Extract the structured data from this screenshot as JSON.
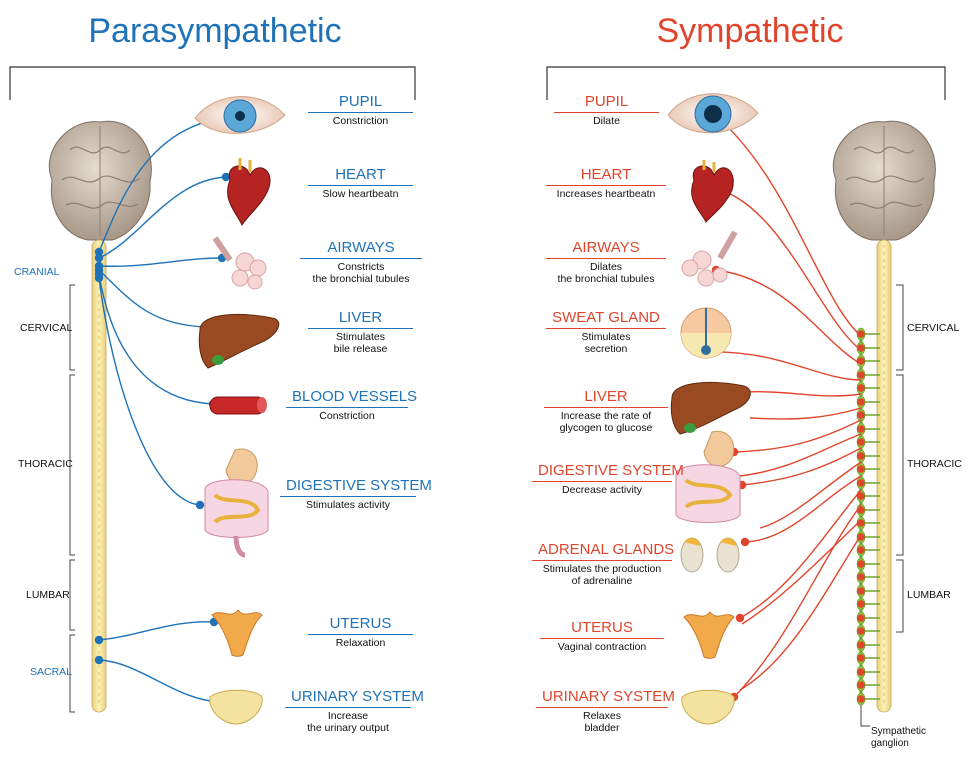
{
  "titles": {
    "left": "Parasympathetic",
    "right": "Sympathetic"
  },
  "colors": {
    "parasympathetic": "#1f72b8",
    "sympathetic": "#e0452c",
    "ganglion": "#8cc63f",
    "spinal_cord": "#f3e89a"
  },
  "left_regions": [
    {
      "label": "CRANIAL",
      "highlight": true
    },
    {
      "label": "CERVICAL",
      "highlight": false
    },
    {
      "label": "THORACIC",
      "highlight": false
    },
    {
      "label": "LUMBAR",
      "highlight": false
    },
    {
      "label": "SACRAL",
      "highlight": true
    }
  ],
  "right_regions": [
    {
      "label": "CERVICAL"
    },
    {
      "label": "THORACIC"
    },
    {
      "label": "LUMBAR"
    }
  ],
  "parasympathetic": [
    {
      "organ": "PUPIL",
      "effect": "Constriction",
      "icon": "eye-icon"
    },
    {
      "organ": "HEART",
      "effect": "Slow heartbeatn",
      "icon": "heart-icon"
    },
    {
      "organ": "AIRWAYS",
      "effect": "Constricts\nthe bronchial tubules",
      "icon": "airways-icon"
    },
    {
      "organ": "LIVER",
      "effect": "Stimulates\nbile release",
      "icon": "liver-icon"
    },
    {
      "organ": "BLOOD VESSELS",
      "effect": "Constriction",
      "icon": "blood-vessel-icon"
    },
    {
      "organ": "DIGESTIVE SYSTEM",
      "effect": "Stimulates activity",
      "icon": "digestive-system-icon"
    },
    {
      "organ": "UTERUS",
      "effect": "Relaxation",
      "icon": "uterus-icon"
    },
    {
      "organ": "URINARY SYSTEM",
      "effect": "Increase\nthe urinary output",
      "icon": "bladder-icon"
    }
  ],
  "sympathetic": [
    {
      "organ": "PUPIL",
      "effect": "Dilate",
      "icon": "eye-icon"
    },
    {
      "organ": "HEART",
      "effect": "Increases heartbeatn",
      "icon": "heart-icon"
    },
    {
      "organ": "AIRWAYS",
      "effect": "Dilates\nthe bronchial tubules",
      "icon": "airways-icon"
    },
    {
      "organ": "SWEAT GLAND",
      "effect": "Stimulates\nsecretion",
      "icon": "sweat-gland-icon"
    },
    {
      "organ": "LIVER",
      "effect": "Increase the rate of\nglycogen to glucose",
      "icon": "liver-icon"
    },
    {
      "organ": "DIGESTIVE SYSTEM",
      "effect": "Decrease activity",
      "icon": "digestive-system-icon"
    },
    {
      "organ": "ADRENAL GLANDS",
      "effect": "Stimulates the production\nof adrenaline",
      "icon": "adrenal-glands-icon"
    },
    {
      "organ": "UTERUS",
      "effect": "Vaginal contraction",
      "icon": "uterus-icon"
    },
    {
      "organ": "URINARY SYSTEM",
      "effect": "Relaxes\nbladder",
      "icon": "bladder-icon"
    }
  ],
  "ganglion_label": "Sympathetic\nganglion"
}
